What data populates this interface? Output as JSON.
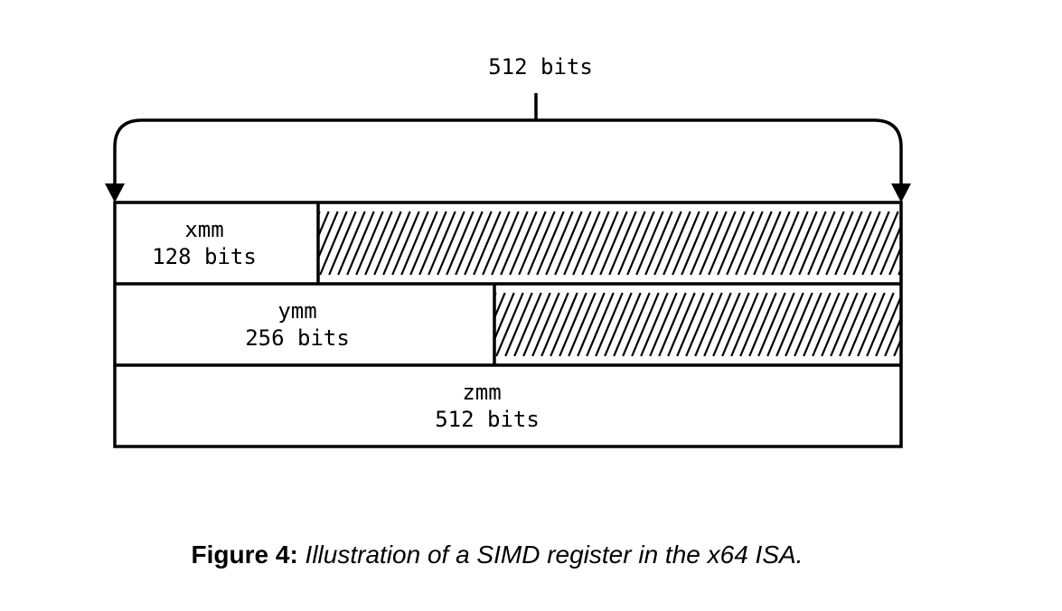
{
  "brace_label": "512 bits",
  "registers": [
    {
      "name": "xmm",
      "size": "128 bits",
      "bits": 128
    },
    {
      "name": "ymm",
      "size": "256 bits",
      "bits": 256
    },
    {
      "name": "zmm",
      "size": "512 bits",
      "bits": 512
    }
  ],
  "total_bits": 512,
  "colors": {
    "stroke": "#000000",
    "background": "#ffffff"
  },
  "caption": {
    "lead": "Figure 4:",
    "text": "Illustration of a SIMD register in the x64 ISA."
  }
}
